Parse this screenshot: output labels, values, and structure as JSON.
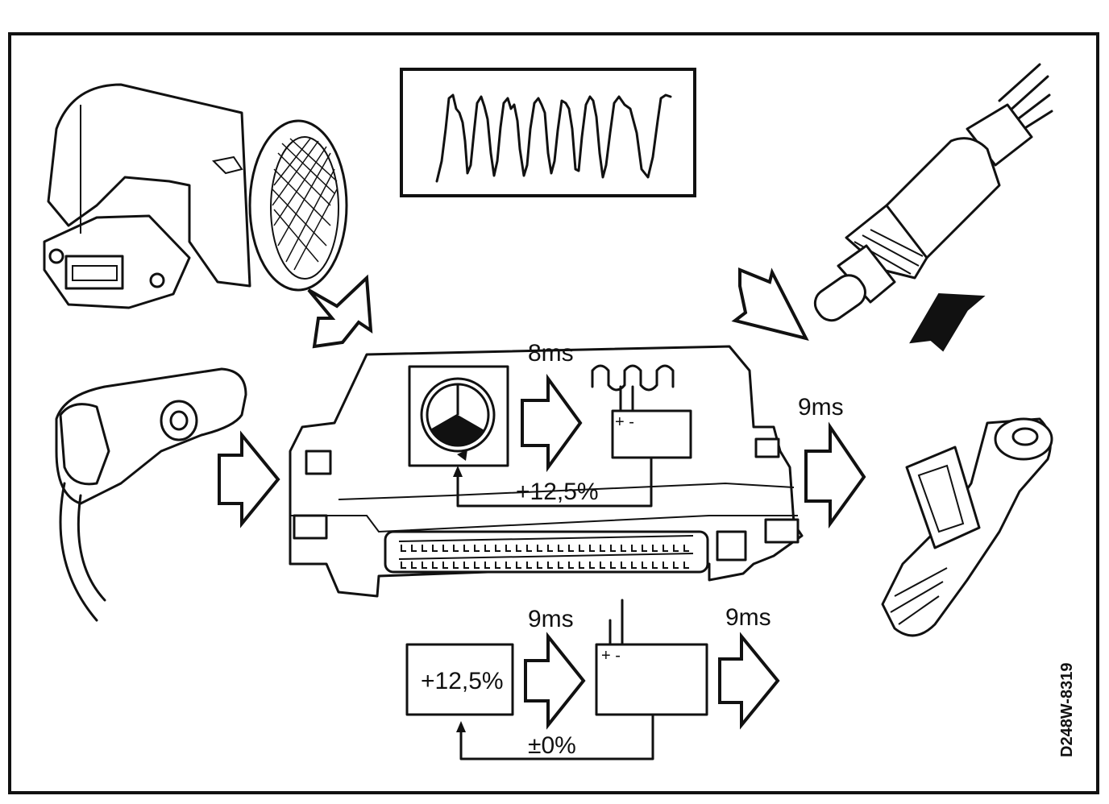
{
  "labels": {
    "ecu_top_time": "8ms",
    "right_output_time": "9ms",
    "bottom_input_time": "9ms",
    "bottom_output_time": "9ms",
    "top_correction": "+12,5%",
    "bottom_box_value": "+12,5%",
    "bottom_correction": "±0%",
    "plus_minus_top": "+ -",
    "plus_minus_bottom": "+ -",
    "figure_code": "D248W-8319"
  }
}
